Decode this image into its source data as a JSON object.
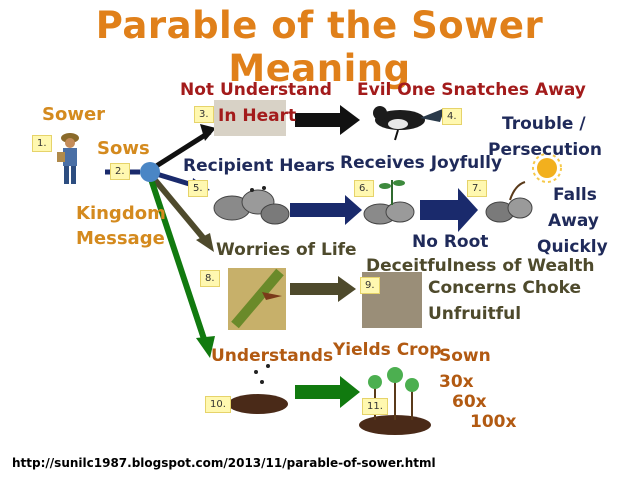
{
  "title": "Parable of the Sower Meaning",
  "sower": {
    "label": "Sower",
    "step": "1."
  },
  "sows": {
    "label": "Sows",
    "step": "2."
  },
  "kingdom": {
    "line1": "Kingdom",
    "line2": "Message"
  },
  "path1": {
    "label": "Not Understand",
    "label2": "In Heart",
    "step": "3.",
    "result": "Evil One Snatches Away",
    "result_step": "4."
  },
  "path2": {
    "label": "Recipient Hears",
    "step": "5.",
    "mid": "Receives Joyfully",
    "mid_step": "6.",
    "end_step": "7.",
    "trouble1": "Trouble /",
    "trouble2": "Persecution",
    "noroot": "No Root",
    "falls1": "Falls",
    "falls2": "Away",
    "falls3": "Quickly"
  },
  "path3": {
    "label": "Worries of Life",
    "step": "8.",
    "deceit": "Deceitfulness of Wealth",
    "step2": "9.",
    "choke": "Concerns Choke",
    "unfruitful": "Unfruitful"
  },
  "path4": {
    "label": "Understands",
    "step": "10.",
    "yields": "Yields Crop",
    "step2": "11.",
    "sown": "Sown",
    "x30": "30x",
    "x60": "60x",
    "x100": "100x"
  },
  "footer": {
    "url": "http://sunilc1987.blogspot.com/2013/11/parable-of-sower.html"
  },
  "colors": {
    "title": "#e0801a",
    "path1": "#111111",
    "path2": "#1a2a6c",
    "path3": "#4e4a2c",
    "path4": "#117a0f",
    "hub": "#4a86c5"
  }
}
